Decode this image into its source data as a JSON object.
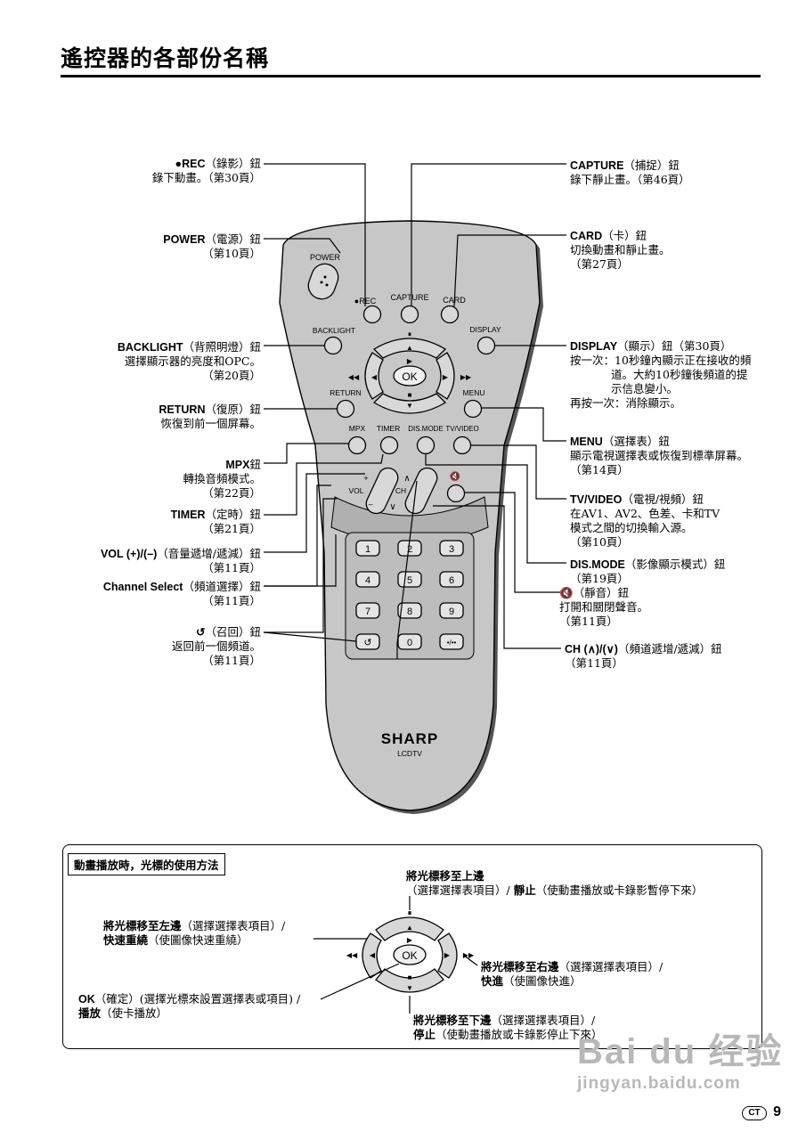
{
  "page": {
    "title": "遙控器的各部份名稱",
    "page_number": "9",
    "region_badge": "CT"
  },
  "remote": {
    "buttons": {
      "power": "POWER",
      "rec": "●REC",
      "capture": "CAPTURE",
      "card": "CARD",
      "backlight": "BACKLIGHT",
      "display": "DISPLAY",
      "return": "RETURN",
      "menu": "MENU",
      "ok": "OK",
      "mpx": "MPX",
      "timer": "TIMER",
      "dismode": "DIS.MODE",
      "tvvideo": "TV/VIDEO",
      "vol": "VOL",
      "ch": "CH",
      "plus": "+",
      "minus": "–",
      "mute_glyph": "🔇",
      "num1": "1",
      "num2": "2",
      "num3": "3",
      "num4": "4",
      "num5": "5",
      "num6": "6",
      "num7": "7",
      "num8": "8",
      "num9": "9",
      "num0": "0",
      "dash": "•/••",
      "flashback": "↺"
    },
    "brand": "SHARP",
    "model": "LCDTV"
  },
  "left_labels": {
    "rec": {
      "name": "●REC",
      "desc": "（錄影）鈕",
      "line2": "錄下動畫。（第30頁）"
    },
    "power": {
      "name": "POWER",
      "desc": "（電源）鈕",
      "line2": "（第10頁）"
    },
    "backlight": {
      "name": "BACKLIGHT",
      "desc": "（背照明燈）鈕",
      "line2": "選擇顯示器的亮度和OPC。",
      "line3": "（第20頁）"
    },
    "return": {
      "name": "RETURN",
      "desc": "（復原）鈕",
      "line2": "恢復到前一個屏幕。"
    },
    "mpx": {
      "name": "MPX",
      "desc": "鈕",
      "line2": "轉換音頻模式。",
      "line3": "（第22頁）"
    },
    "timer": {
      "name": "TIMER",
      "desc": "（定時）鈕",
      "line2": "（第21頁）"
    },
    "vol": {
      "name": "VOL (+)/(–)",
      "desc": "（音量遞增/遞減）鈕",
      "line2": "（第11頁）"
    },
    "channel": {
      "name": "Channel Select",
      "desc": "（頻道選擇）鈕",
      "line2": "（第11頁）"
    },
    "flashback": {
      "name": "↺",
      "desc": "（召回）鈕",
      "line2": "返回前一個頻道。",
      "line3": "（第11頁）"
    }
  },
  "right_labels": {
    "capture": {
      "name": "CAPTURE",
      "desc": "（捕捉）鈕",
      "line2": "錄下靜止畫。（第46頁）"
    },
    "card": {
      "name": "CARD",
      "desc": "（卡）鈕",
      "line2": "切換動畫和靜止畫。",
      "line3": "（第27頁）"
    },
    "display": {
      "name": "DISPLAY",
      "desc": "（顯示）鈕（第30頁）",
      "line2": "按一次：10秒鐘內顯示正在接收的頻",
      "line3": "道。大約10秒鐘後頻道的提",
      "line4": "示信息變小。",
      "line5": "再按一次：消除顯示。"
    },
    "menu": {
      "name": "MENU",
      "desc": "（選擇表）鈕",
      "line2": "顯示電視選擇表或恢復到標準屏幕。",
      "line3": "（第14頁）"
    },
    "tvvideo": {
      "name": "TV/VIDEO",
      "desc": "（電視/視頻）鈕",
      "line2": "在AV1、AV2、色差、卡和TV",
      "line3": "模式之間的切換輸入源。",
      "line4": "（第10頁）"
    },
    "dismode": {
      "name": "DIS.MODE",
      "desc": "（影像顯示模式）鈕",
      "line2": "（第19頁）"
    },
    "mute": {
      "name": "🔇",
      "desc": "（靜音）鈕",
      "line2": "打開和關閉聲音。",
      "line3": "（第11頁）"
    },
    "ch": {
      "name": "CH (∧)/(∨)",
      "desc": "（頻道遞增/遞減）鈕",
      "line2": "（第11頁）"
    }
  },
  "cursor_box": {
    "title": "動畫播放時，光標的使用方法",
    "up": {
      "bold": "將光標移至上邊",
      "line2": "（選擇選擇表項目）/ ",
      "bold2": "靜止",
      "line2b": "（使動畫播放或卡錄影暫停下來）"
    },
    "left": {
      "bold": "將光標移至左邊",
      "desc": "（選擇選擇表項目）/",
      "bold2": "快速重繞",
      "desc2": "（使圖像快速重繞）"
    },
    "right": {
      "bold": "將光標移至右邊",
      "desc": "（選擇選擇表項目）/",
      "bold2": "快進",
      "desc2": "（使圖像快進）"
    },
    "ok": {
      "bold": "OK",
      "desc": "（確定）(選擇光標來設置選擇表或項目) /",
      "bold2": "播放",
      "desc2": "（使卡播放）"
    },
    "down": {
      "bold": "將光標移至下邊",
      "desc": "（選擇選擇表項目）/",
      "bold2": "停止",
      "desc2": "（使動畫播放或卡錄影停止下來）"
    },
    "ok_label": "OK"
  },
  "watermark": {
    "line1": "Bai du 经验",
    "line2": "jingyan.baidu.com"
  }
}
